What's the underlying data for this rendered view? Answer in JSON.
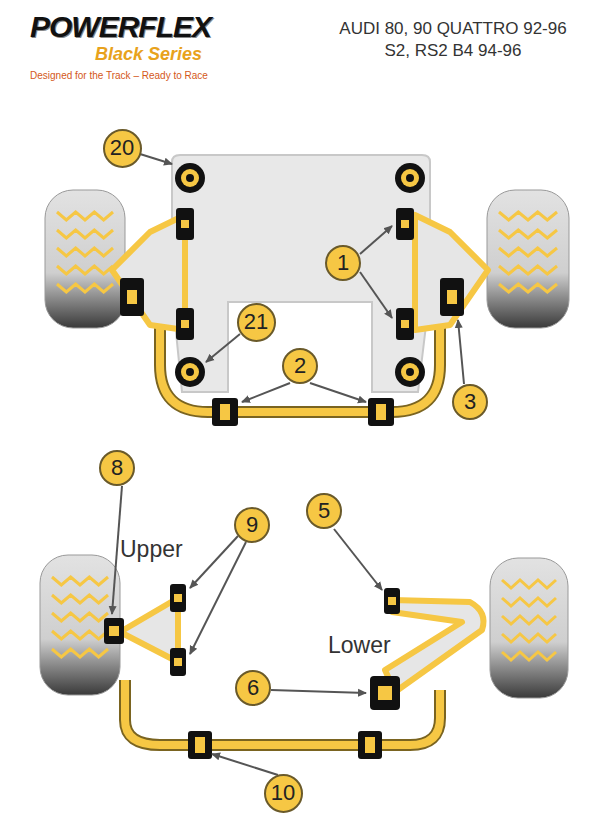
{
  "diagram": {
    "title": "AUDI 80, 90 QUATTRO 92-96 S2, RS2 B4 94-96",
    "nodes": [
      {
        "text": [
          "20"
        ]
      },
      {
        "text": [
          "1"
        ]
      },
      {
        "text": [
          "21"
        ]
      },
      {
        "text": [
          "2"
        ]
      },
      {
        "text": [
          "3"
        ]
      },
      {
        "text": [
          "8"
        ]
      },
      {
        "text": [
          "9"
        ]
      },
      {
        "text": [
          "5"
        ]
      },
      {
        "text": [
          "6"
        ]
      },
      {
        "text": [
          "10"
        ]
      }
    ],
    "labels": [
      "POWERFLEX",
      "Black Series",
      "Designed for the Track – Ready to Race",
      "Upper",
      "Lower"
    ]
  }
}
